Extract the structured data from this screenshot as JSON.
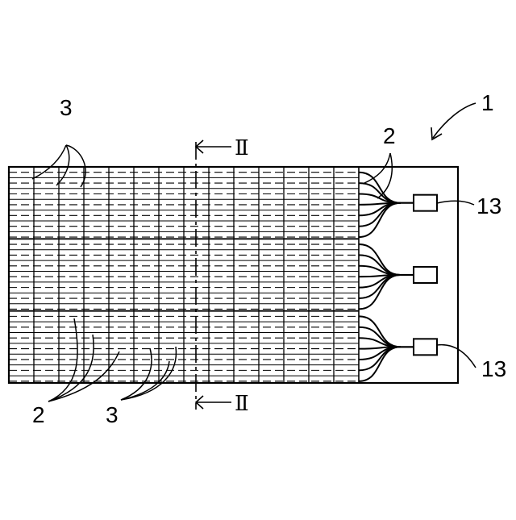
{
  "figure": {
    "labels": {
      "device": "1",
      "cells_top": "3",
      "fibers_top": "2",
      "connector_top": "13",
      "connector_bottom": "13",
      "fibers_bottom": "2",
      "cells_bottom": "3",
      "section_top": "Ⅱ",
      "section_bottom": "Ⅱ"
    },
    "grid": {
      "columns": 14,
      "rows": 20,
      "groups": 3
    },
    "connectors": 3,
    "colors": {
      "line": "#000000",
      "background": "#ffffff"
    }
  }
}
